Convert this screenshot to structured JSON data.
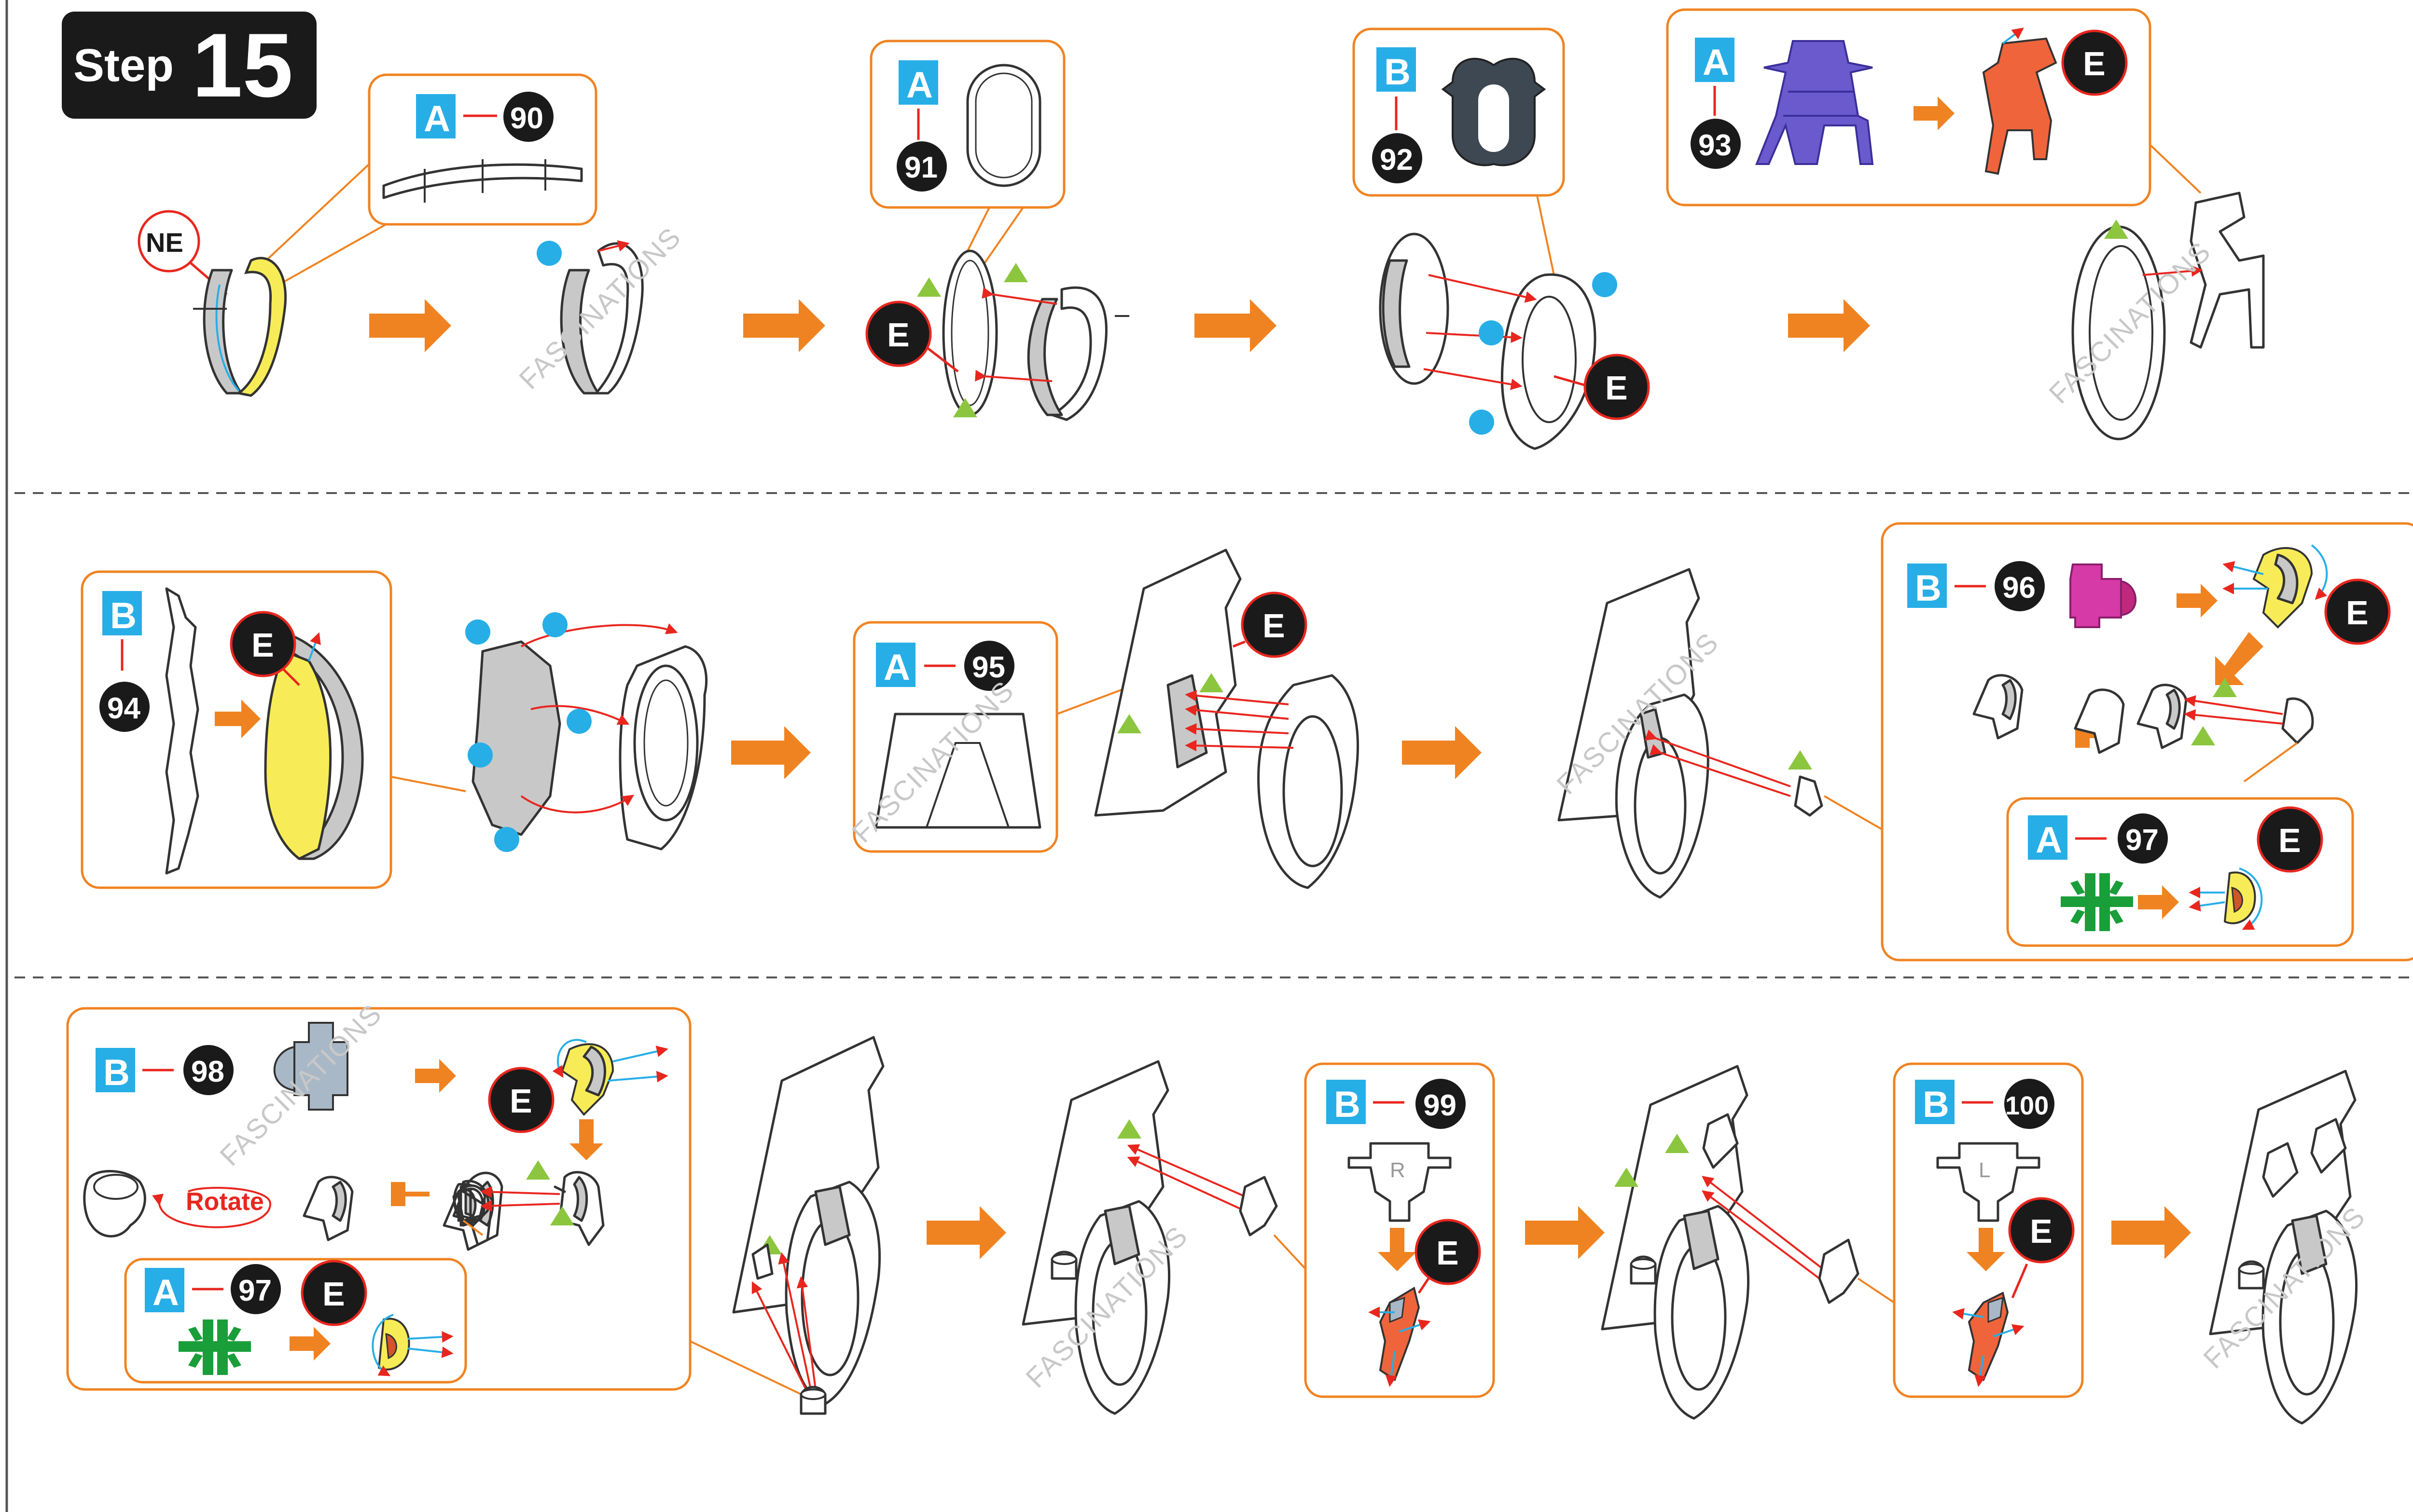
{
  "step": {
    "word": "Step",
    "number": "15"
  },
  "connector": "E",
  "side_label": "NE",
  "rotate_label": "Rotate",
  "watermark": "FASCINATIONS",
  "parts": [
    {
      "sheet": "A",
      "number": "90"
    },
    {
      "sheet": "A",
      "number": "91"
    },
    {
      "sheet": "B",
      "number": "92"
    },
    {
      "sheet": "A",
      "number": "93"
    },
    {
      "sheet": "B",
      "number": "94"
    },
    {
      "sheet": "A",
      "number": "95"
    },
    {
      "sheet": "B",
      "number": "96"
    },
    {
      "sheet": "A",
      "number": "97"
    },
    {
      "sheet": "B",
      "number": "98"
    },
    {
      "sheet": "A",
      "number": "97"
    },
    {
      "sheet": "B",
      "number": "99"
    },
    {
      "sheet": "B",
      "number": "100"
    }
  ],
  "piece_marks": {
    "right": "R",
    "left": "L"
  },
  "colors": {
    "orange": "#f08321",
    "blue_label": "#27aee6",
    "red_line": "#e8261e",
    "green_marker": "#8cc63f",
    "blue_dot": "#27aee6",
    "yellow": "#f7ec57",
    "purple": "#6a5acd",
    "coral": "#f0643c",
    "magenta": "#d63aa6",
    "green_part": "#1a9e3a",
    "gray_blue": "#a9b8c6"
  }
}
